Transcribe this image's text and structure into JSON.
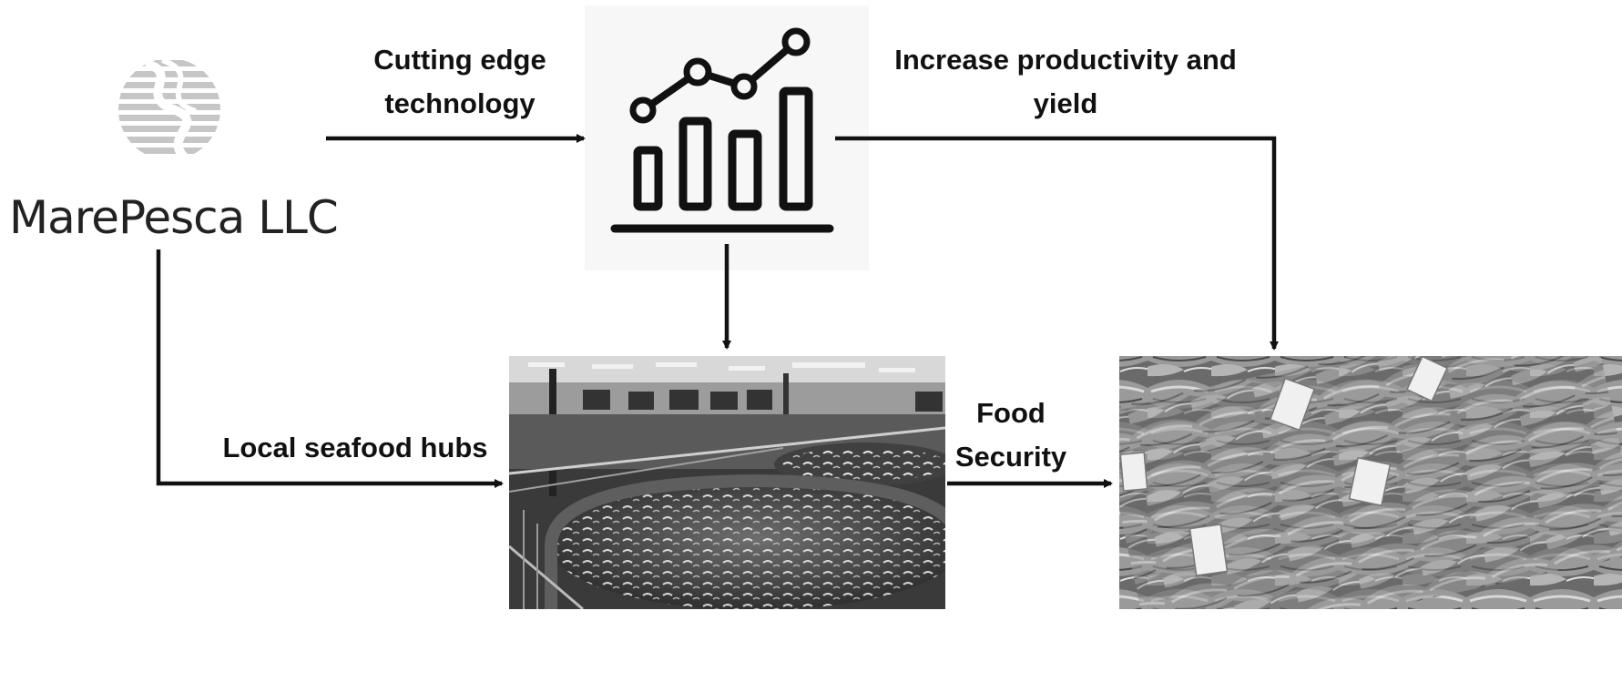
{
  "company": {
    "name": "MarePesca LLC",
    "logo_icon": "wave-globe-icon"
  },
  "labels": {
    "tech": [
      "Cutting edge",
      "technology"
    ],
    "productivity": [
      "Increase productivity and",
      "yield"
    ],
    "hubs": "Local seafood hubs",
    "security": [
      "Food",
      "Security"
    ]
  },
  "icons": {
    "growth_chart": "growth-chart-icon"
  },
  "images": {
    "aquaculture": "aquaculture-tanks-photo",
    "seafood": "seafood-market-photo"
  },
  "colors": {
    "ink": "#111111",
    "logo_gray": "#c6c6c6",
    "chart_bg": "#f7f7f7"
  }
}
